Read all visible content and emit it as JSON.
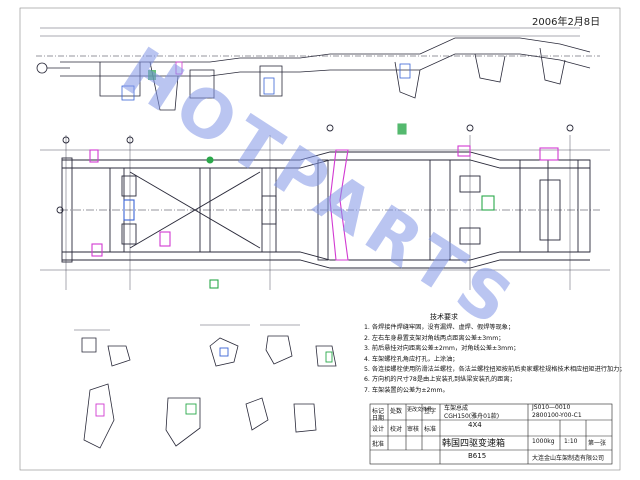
{
  "header": {
    "date": "2006年2月8日"
  },
  "notes": {
    "title": "技术要求",
    "items": [
      "1. 各焊接件焊缝牢固，没有漏焊、虚焊、假焊等现象；",
      "2. 左右车身悬置支架对角线两点距离公差±3mm；",
      "3. 前后悬挂对向距离公差±2mm，对角线公差±3mm；",
      "4. 车架螺栓孔角应打孔，上涂油；",
      "5. 各连接螺栓使用防滑法兰螺栓，各法兰螺栓扭矩按前后卖家螺栓规格技术相应扭矩进行加力；",
      "6. 方向机的尺寸78是由上安装孔到纵梁安装孔的距离；",
      "7. 车架装置的公差为±2mm。"
    ]
  },
  "title_block": {
    "part_line1": "车架总成",
    "part_line2": "CGH150(雅舟01款)",
    "part_line3": "4X4",
    "project": "韩国四驱变速箱",
    "model": "B615",
    "drawing_no1": "JS010—0010",
    "drawing_no2": "2800100-Y00-C1",
    "weight": "1000kg",
    "scale": "1:10",
    "sheet": "第一张",
    "company": "大连金山车架制造有限公司",
    "table_labels": [
      "标记",
      "处数",
      "更改文件号",
      "签字",
      "日期"
    ],
    "roles": [
      "设计",
      "校对",
      "审核",
      "标准",
      "批准"
    ]
  },
  "watermark": "HOTPARTS",
  "palette": {
    "line": "#2a2a3a",
    "magenta": "#d23ad2",
    "green": "#2aa84a",
    "blue": "#3b64d6",
    "watermark": "#8296e6"
  }
}
